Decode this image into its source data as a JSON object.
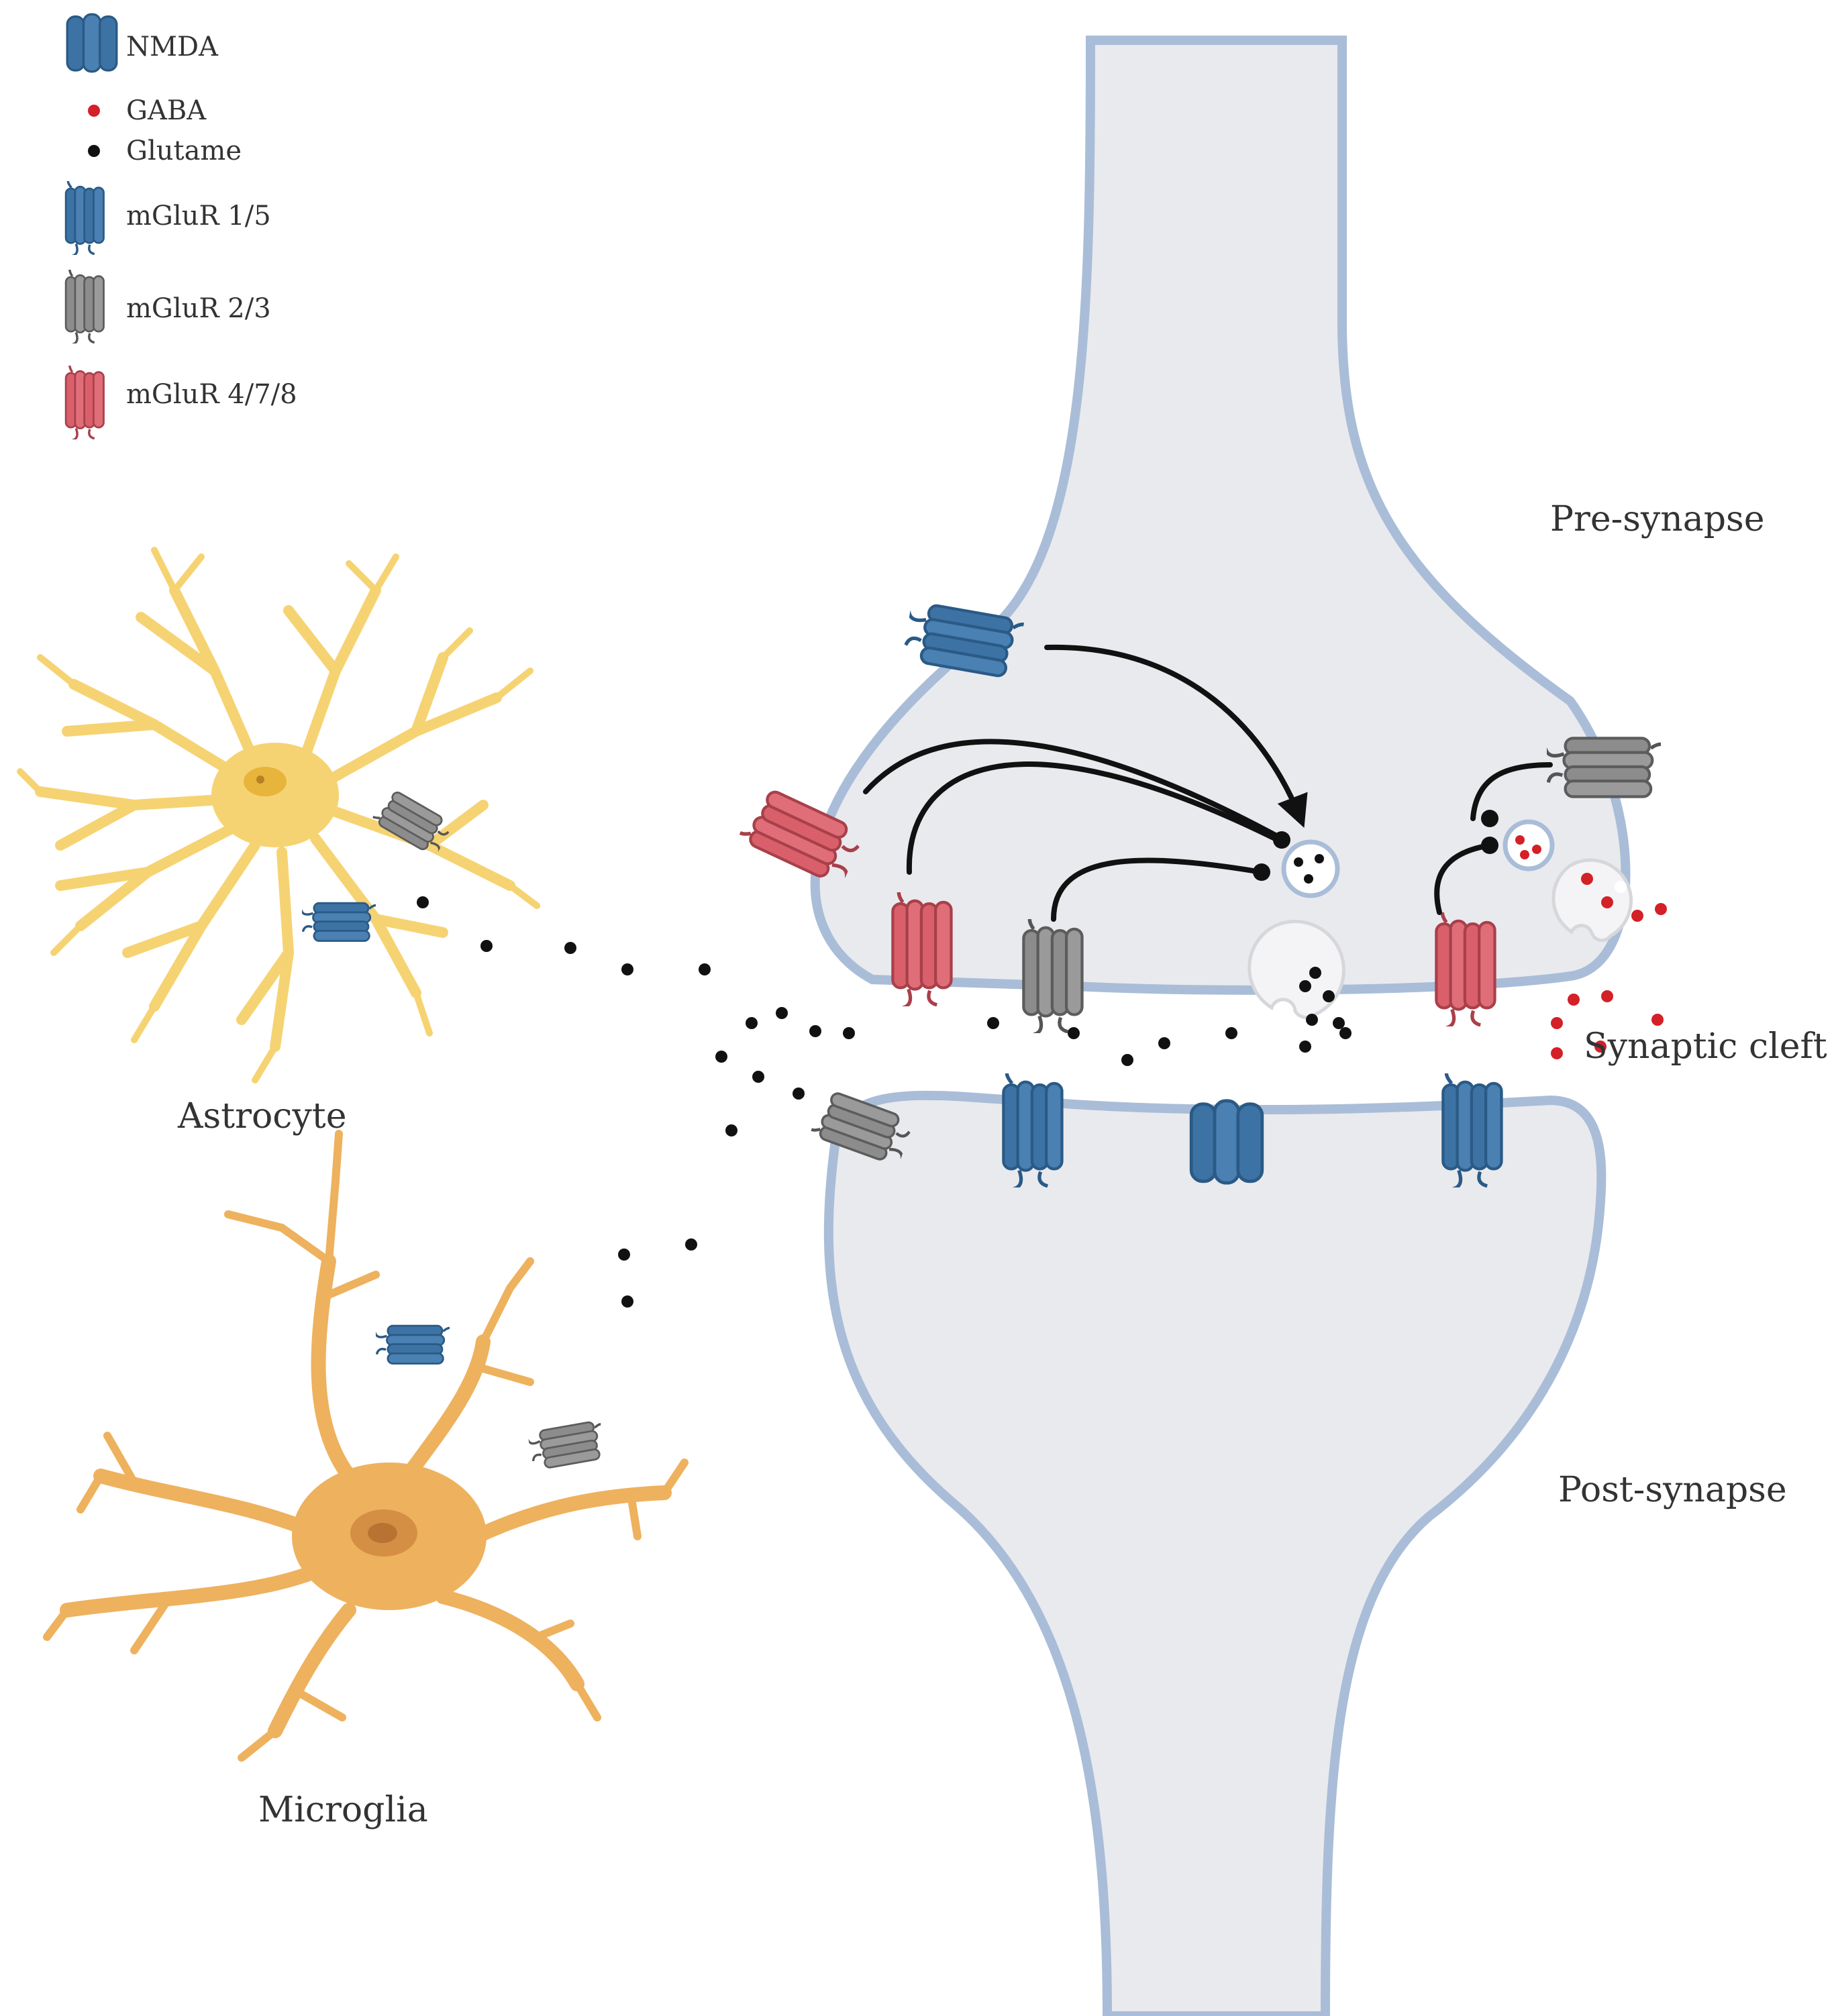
{
  "legend": {
    "nmda": "NMDA",
    "gaba": "GABA",
    "glutamate": "Glutame",
    "mglur_1_5": "mGluR 1/5",
    "mglur_2_3": "mGluR 2/3",
    "mglur_4_7_8": "mGluR 4/7/8"
  },
  "labels": {
    "pre_synapse": "Pre-synapse",
    "synaptic_cleft": "Synaptic cleft",
    "post_synapse": "Post-synapse",
    "astrocyte": "Astrocyte",
    "microglia": "Microglia"
  },
  "colors": {
    "receptor_group1": "#3d73a4",
    "receptor_group2": "#8c8c8c",
    "receptor_group3": "#d9606b",
    "gaba_dot": "#d42027",
    "glutamate_dot": "#111111",
    "neuron_fill": "#e9eaee",
    "membrane": "#a9bdd8",
    "astrocyte": "#f6d372",
    "microglia": "#eeb15e"
  }
}
